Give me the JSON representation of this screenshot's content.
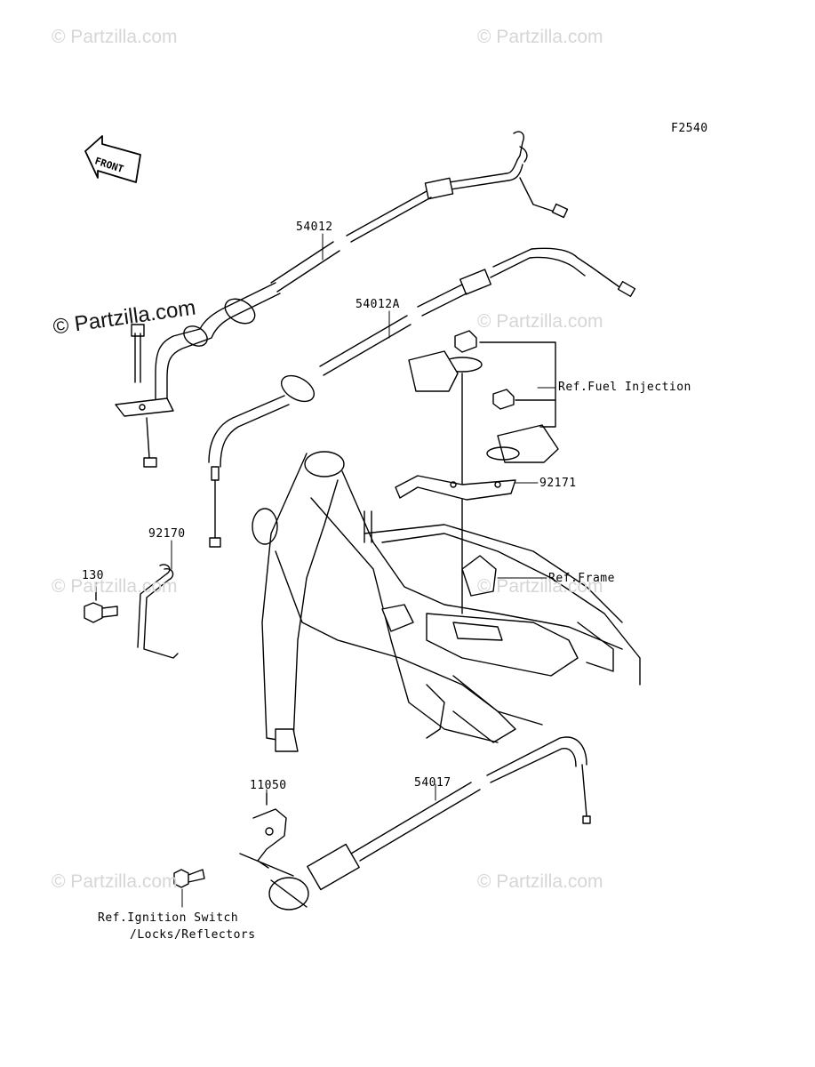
{
  "figure_code": "F2540",
  "watermark_text": "© Partzilla.com",
  "front_label": "FRONT",
  "parts": {
    "throttle_cable_open": "54012",
    "throttle_cable_close": "54012A",
    "clamp_bracket": "92171",
    "holder": "92170",
    "bolt": "130",
    "bracket": "11050",
    "choke_cable": "54017"
  },
  "references": {
    "fuel_injection": "Ref.Fuel Injection",
    "frame": "Ref.Frame",
    "ignition_line1": "Ref.Ignition Switch",
    "ignition_line2": "/Locks/Reflectors"
  }
}
